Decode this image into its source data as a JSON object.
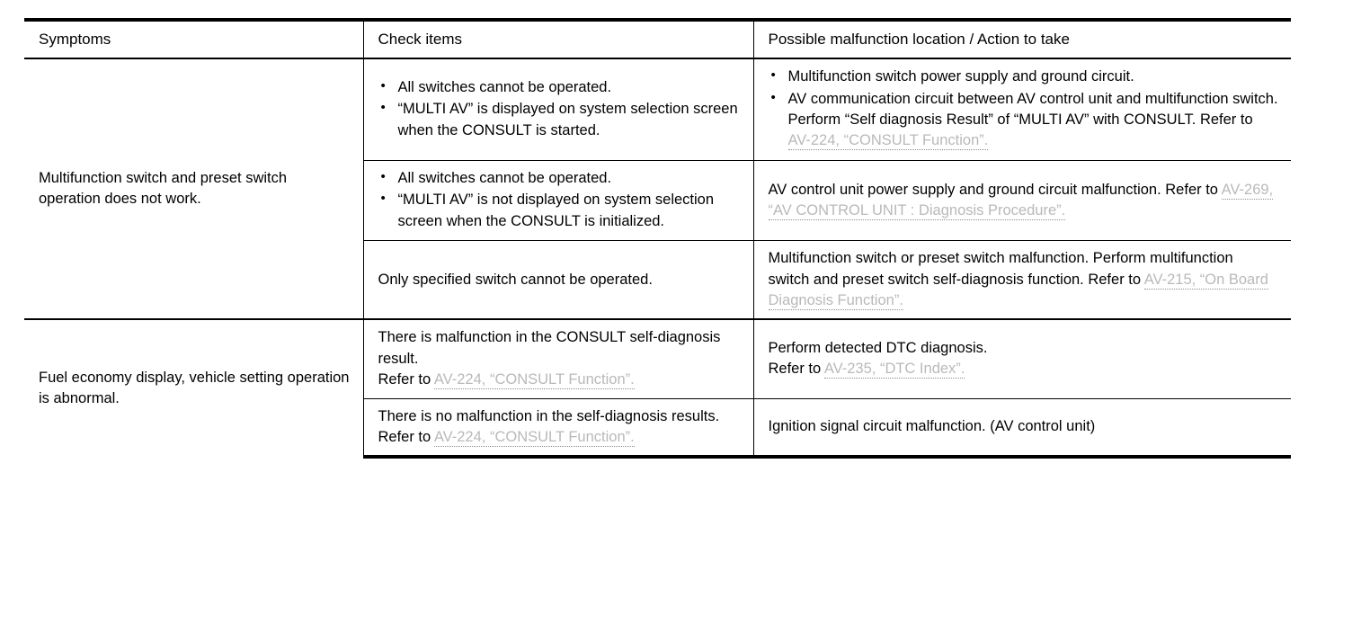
{
  "table": {
    "headers": {
      "symptoms": "Symptoms",
      "check_items": "Check items",
      "action": "Possible malfunction location / Action to take"
    },
    "groups": [
      {
        "symptom": "Multifunction switch and preset switch operation does not work.",
        "rows": [
          {
            "check_items": [
              "All switches cannot be operated.",
              "“MULTI AV” is displayed on system selection screen when the CONSULT is started."
            ],
            "action_bullets": [
              "Multifunction switch power supply and ground circuit.",
              "AV communication circuit between AV control unit and multifunction switch."
            ],
            "action_extra_prefix": "Perform “Self diagnosis Result” of “MULTI AV” with CONSULT. Refer to ",
            "action_link": "AV-224, “CONSULT Function”.",
            "action_suffix": ""
          },
          {
            "check_items": [
              "All switches cannot be operated.",
              "“MULTI AV” is not displayed on system selection screen when the CONSULT is initialized."
            ],
            "action_bullets": [],
            "action_extra_prefix": "AV control unit power supply and ground circuit malfunction. Refer to ",
            "action_link": "AV-269, “AV CONTROL UNIT : Diagnosis Procedure”.",
            "action_suffix": ""
          },
          {
            "check_items": [],
            "check_text": "Only specified switch cannot be operated.",
            "action_bullets": [],
            "action_extra_prefix": "Multifunction switch or preset switch malfunction. Perform multifunction switch and preset switch self-diagnosis function. Refer to ",
            "action_link": "AV-215, “On Board Diagnosis Function”.",
            "action_suffix": ""
          }
        ]
      },
      {
        "symptom": "Fuel economy display, vehicle setting operation is abnormal.",
        "rows": [
          {
            "check_items": [],
            "check_text": "There is malfunction in the CONSULT self-diagnosis result.",
            "check_refer_prefix": "Refer to ",
            "check_link": "AV-224, “CONSULT Function”.",
            "action_bullets": [],
            "action_extra_prefix": "Perform detected DTC diagnosis.",
            "action_refer_prefix": "Refer to ",
            "action_link": "AV-235, “DTC Index”.",
            "action_suffix": ""
          },
          {
            "check_items": [],
            "check_text": "There is no malfunction in the self-diagnosis results.",
            "check_refer_prefix": "Refer to ",
            "check_link": "AV-224, “CONSULT Function”.",
            "action_bullets": [],
            "action_extra_prefix": "Ignition signal circuit malfunction. (AV control unit)",
            "action_link": "",
            "action_suffix": ""
          }
        ]
      }
    ]
  },
  "colors": {
    "rule": "#000000",
    "text": "#000000",
    "link": "#b9b9b9",
    "background": "#ffffff"
  }
}
